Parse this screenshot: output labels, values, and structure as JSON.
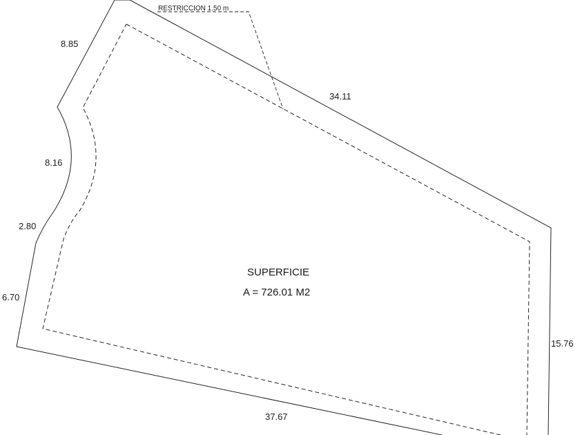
{
  "lot": {
    "area_title": "SUPERFICIE",
    "area_value": "A = 726.01 M2",
    "restriction_note": "RESTRICCION 1.50 m",
    "dimensions": {
      "northwest": "8.85",
      "north": "34.11",
      "west_curve": "8.16",
      "west_short": "2.80",
      "west_lower": "6.70",
      "east": "15.76",
      "south": "37.67"
    }
  },
  "colors": {
    "line": "#222222",
    "background": "#ffffff"
  }
}
